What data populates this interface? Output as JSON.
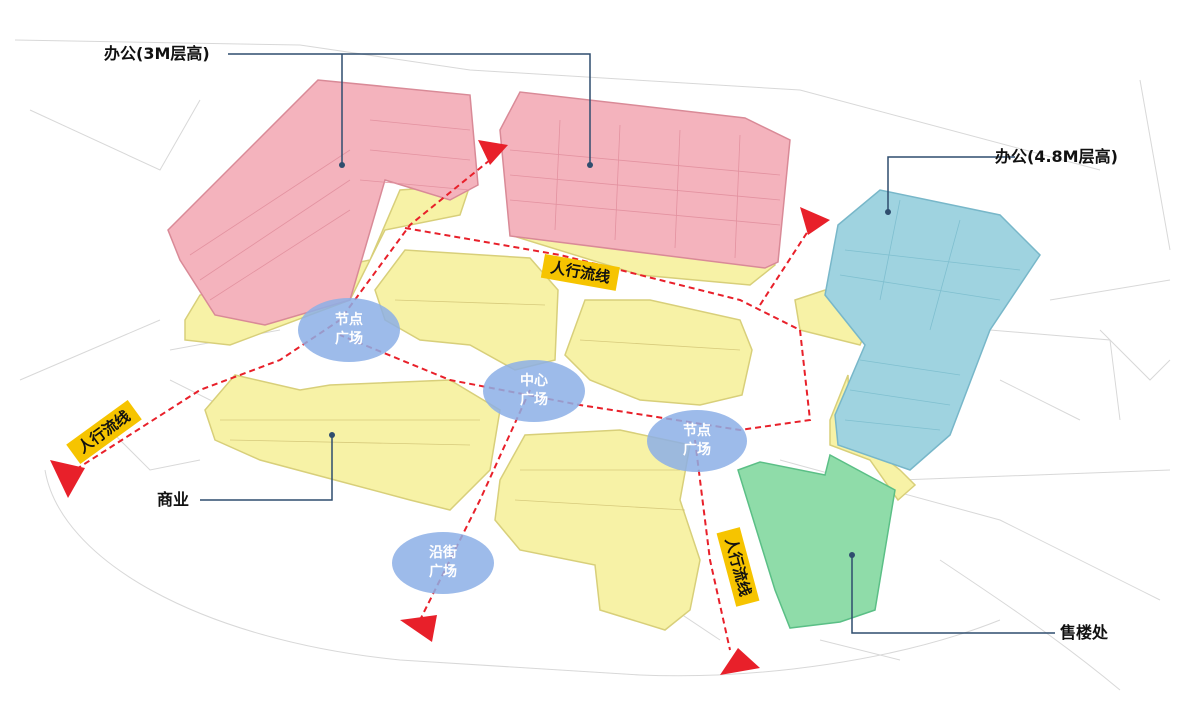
{
  "labels": {
    "office_3m": "办公(3M层高)",
    "office_48m": "办公(4.8M层高)",
    "commerce": "商业",
    "sales_office": "售楼处"
  },
  "plazas": {
    "node_left": "节点\n广场",
    "center": "中心\n广场",
    "node_right": "节点\n广场",
    "street": "沿街\n广场"
  },
  "flow": {
    "top": "人行流线",
    "left": "人行流线",
    "right": "人行流线"
  },
  "colors": {
    "office_3m": "#f4b3bd",
    "office_48m": "#9fd3e0",
    "commerce": "#f7f2a6",
    "sales_office": "#8fdca9",
    "flow_line": "#e8202a",
    "flow_tag": "#f6c400",
    "plaza": "#8cafe6",
    "leader_line": "#2f4d6e"
  }
}
